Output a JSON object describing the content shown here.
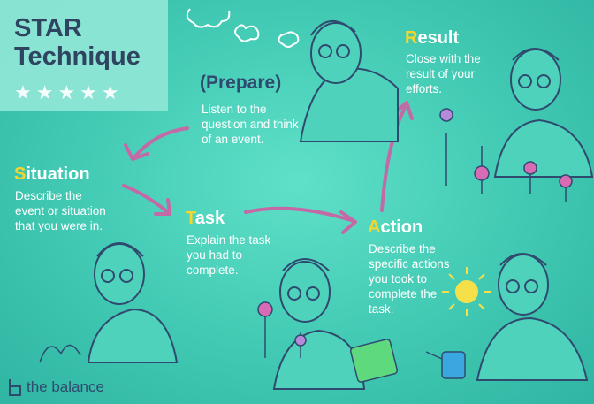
{
  "title": {
    "line1": "STAR",
    "line2": "Technique",
    "stars": "★★★★★"
  },
  "prepare": {
    "title": "(Prepare)",
    "text": "Listen to the question and think of an event."
  },
  "situation": {
    "first": "S",
    "rest": "ituation",
    "text": "Describe the event or situation that you were in."
  },
  "task": {
    "first": "T",
    "rest": "ask",
    "text": "Explain the task you had to complete."
  },
  "action": {
    "first": "A",
    "rest": "ction",
    "text": "Describe the specific actions you took to complete the task."
  },
  "result": {
    "first": "R",
    "rest": "esult",
    "text": "Close with the result of your efforts."
  },
  "brand": {
    "name": "the balance"
  },
  "colors": {
    "background": "#41c9b3",
    "accent": "#f6d62c",
    "arrow": "#c36aa6",
    "title": "#2e3e5c"
  }
}
